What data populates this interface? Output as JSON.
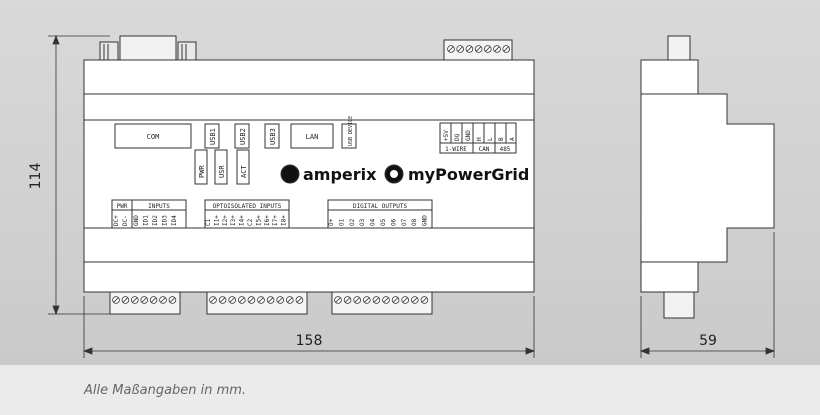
{
  "dimensions": {
    "height_front": "114",
    "width_front": "158",
    "width_side": "59"
  },
  "ports": {
    "com": "COM",
    "usb1": "USB1",
    "usb2": "USB2",
    "usb3": "USB3",
    "lan": "LAN",
    "usb_device": "USB DEVICE",
    "pwr_led": "PWR",
    "usr_led": "USR",
    "act_led": "ACT"
  },
  "top_terminal": {
    "pins": [
      "+5V",
      "DQ",
      "GND",
      "H",
      "L",
      "B",
      "A"
    ],
    "group_1wire": "1-WIRE",
    "group_can": "CAN",
    "group_485": "485"
  },
  "bottom_groups": {
    "pwr_title": "PWR",
    "inputs_title": "INPUTS",
    "pwr_pins": [
      "DC+",
      "DC-"
    ],
    "input_pins": [
      "GND",
      "ID1",
      "ID2",
      "ID3",
      "ID4"
    ],
    "opto_title": "OPTOISOLATED INPUTS",
    "opto_pins": [
      "C1",
      "I1+",
      "I2+",
      "I3+",
      "I4+",
      "C2",
      "I5+",
      "I6+",
      "I7+",
      "I8+"
    ],
    "digital_title": "DIGITAL  OUTPUTS",
    "digital_pins": [
      "O+",
      "O1",
      "O2",
      "O3",
      "O4",
      "O5",
      "O6",
      "O7",
      "O8",
      "GND"
    ]
  },
  "brands": {
    "amperix": "amperix",
    "mypowergrid": "myPowerGrid"
  },
  "footnote": "Alle Maßangaben in mm."
}
